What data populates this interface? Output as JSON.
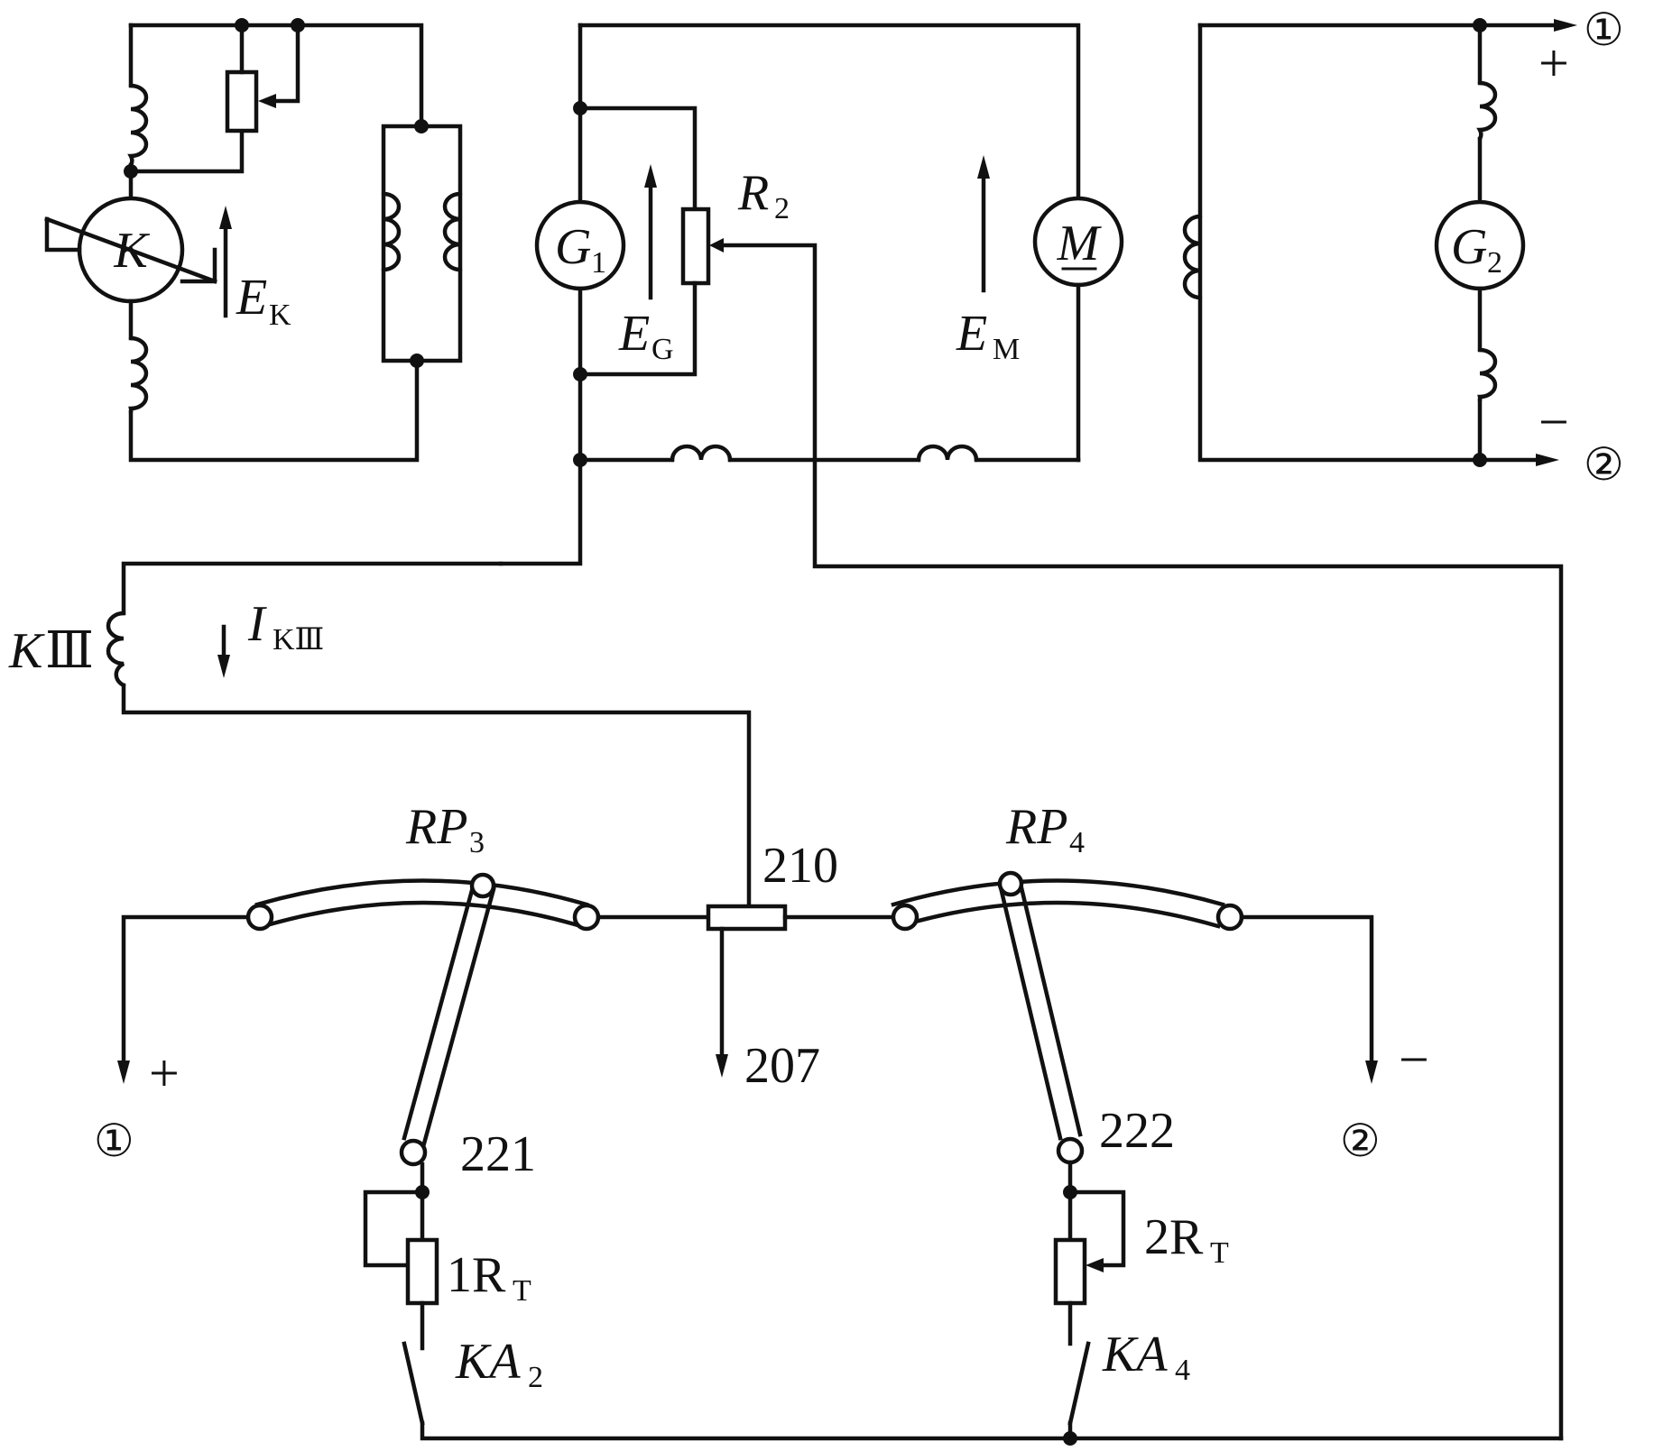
{
  "labels": {
    "k_machine": "K",
    "e_k_main": "E",
    "e_k_sub": "K",
    "g1_main": "G",
    "g1_sub": "1",
    "e_g_main": "E",
    "e_g_sub": "G",
    "r2_main": "R",
    "r2_sub": "2",
    "m_machine": "M",
    "e_m_main": "E",
    "e_m_sub": "M",
    "g2_main": "G",
    "g2_sub": "2",
    "k3_main": "K",
    "k3_roman": "Ⅲ",
    "i_k3_main": "I",
    "i_k3_sub": "KⅢ",
    "rp3_main": "RP",
    "rp3_sub": "3",
    "rp4_main": "RP",
    "rp4_sub": "4",
    "n210": "210",
    "n207": "207",
    "n221": "221",
    "n222": "222",
    "rt1_prefix": "1R",
    "rt1_sub": "T",
    "rt2_prefix": "2R",
    "rt2_sub": "T",
    "ka2_main": "KA",
    "ka2_sub": "2",
    "ka4_main": "KA",
    "ka4_sub": "4",
    "term1_top": "①",
    "term2_top": "②",
    "term1_bottom": "①",
    "term2_bottom": "②",
    "plus_top": "+",
    "minus_top": "−",
    "plus_bottom": "+",
    "minus_bottom": "−"
  }
}
